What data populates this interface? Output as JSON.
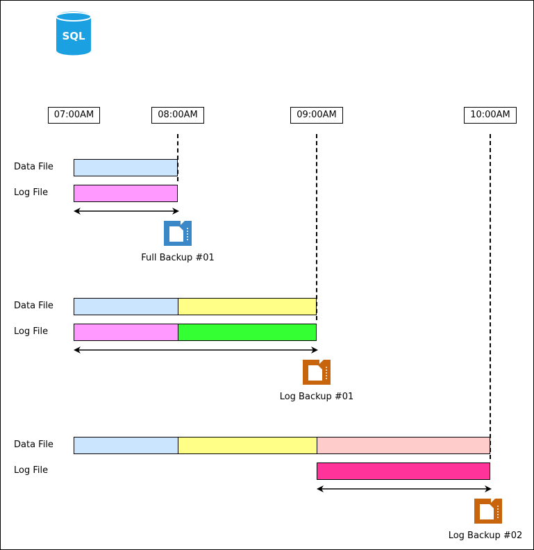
{
  "logo": {
    "text": "SQL",
    "color": "#1ba1e2"
  },
  "timeline": {
    "t0700": "07:00AM",
    "t0800": "08:00AM",
    "t0900": "09:00AM",
    "t1000": "10:00AM"
  },
  "colors": {
    "data_0700_0800": "#cce5ff",
    "log_0700_0800": "#ff99ff",
    "data_0800_0900": "#ffff88",
    "log_0800_0900": "#33ff33",
    "data_0900_1000": "#ffcccc",
    "log_0900_1000": "#ff3399",
    "full_backup_icon": "#3a88c8",
    "log_backup_icon": "#c8640c"
  },
  "groups": [
    {
      "data_label": "Data File",
      "log_label": "Log File",
      "backup_label": "Full Backup #01",
      "icon": "full-backup-file-icon"
    },
    {
      "data_label": "Data File",
      "log_label": "Log File",
      "backup_label": "Log Backup #01",
      "icon": "log-backup-file-icon"
    },
    {
      "data_label": "Data File",
      "log_label": "Log File",
      "backup_label": "Log Backup #02",
      "icon": "log-backup-file-icon"
    }
  ]
}
